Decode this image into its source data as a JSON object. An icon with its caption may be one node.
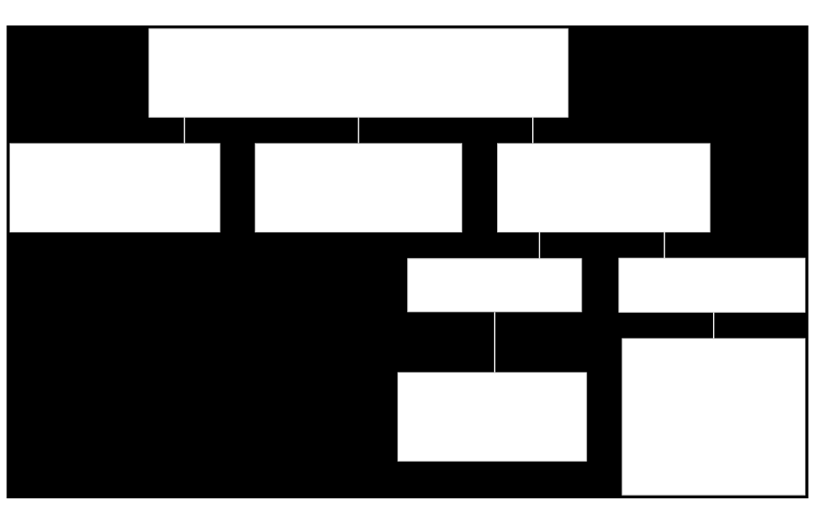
{
  "diagram": {
    "nodes": [
      {
        "text": [],
        "shape": "box"
      },
      {
        "text": [],
        "shape": "box"
      },
      {
        "text": [],
        "shape": "box"
      },
      {
        "text": [],
        "shape": "box"
      },
      {
        "text": [],
        "shape": "box"
      },
      {
        "text": [],
        "shape": "box"
      },
      {
        "text": [],
        "shape": "box"
      },
      {
        "text": [],
        "shape": "box"
      }
    ],
    "edges": [
      {
        "from": 0,
        "to": 1,
        "arrow": "none"
      },
      {
        "from": 0,
        "to": 2,
        "arrow": "none"
      },
      {
        "from": 0,
        "to": 3,
        "arrow": "none"
      },
      {
        "from": 3,
        "to": 4,
        "arrow": "none"
      },
      {
        "from": 3,
        "to": 5,
        "arrow": "none"
      },
      {
        "from": 4,
        "to": 6,
        "arrow": "none"
      },
      {
        "from": 5,
        "to": 7,
        "arrow": "none"
      }
    ]
  }
}
